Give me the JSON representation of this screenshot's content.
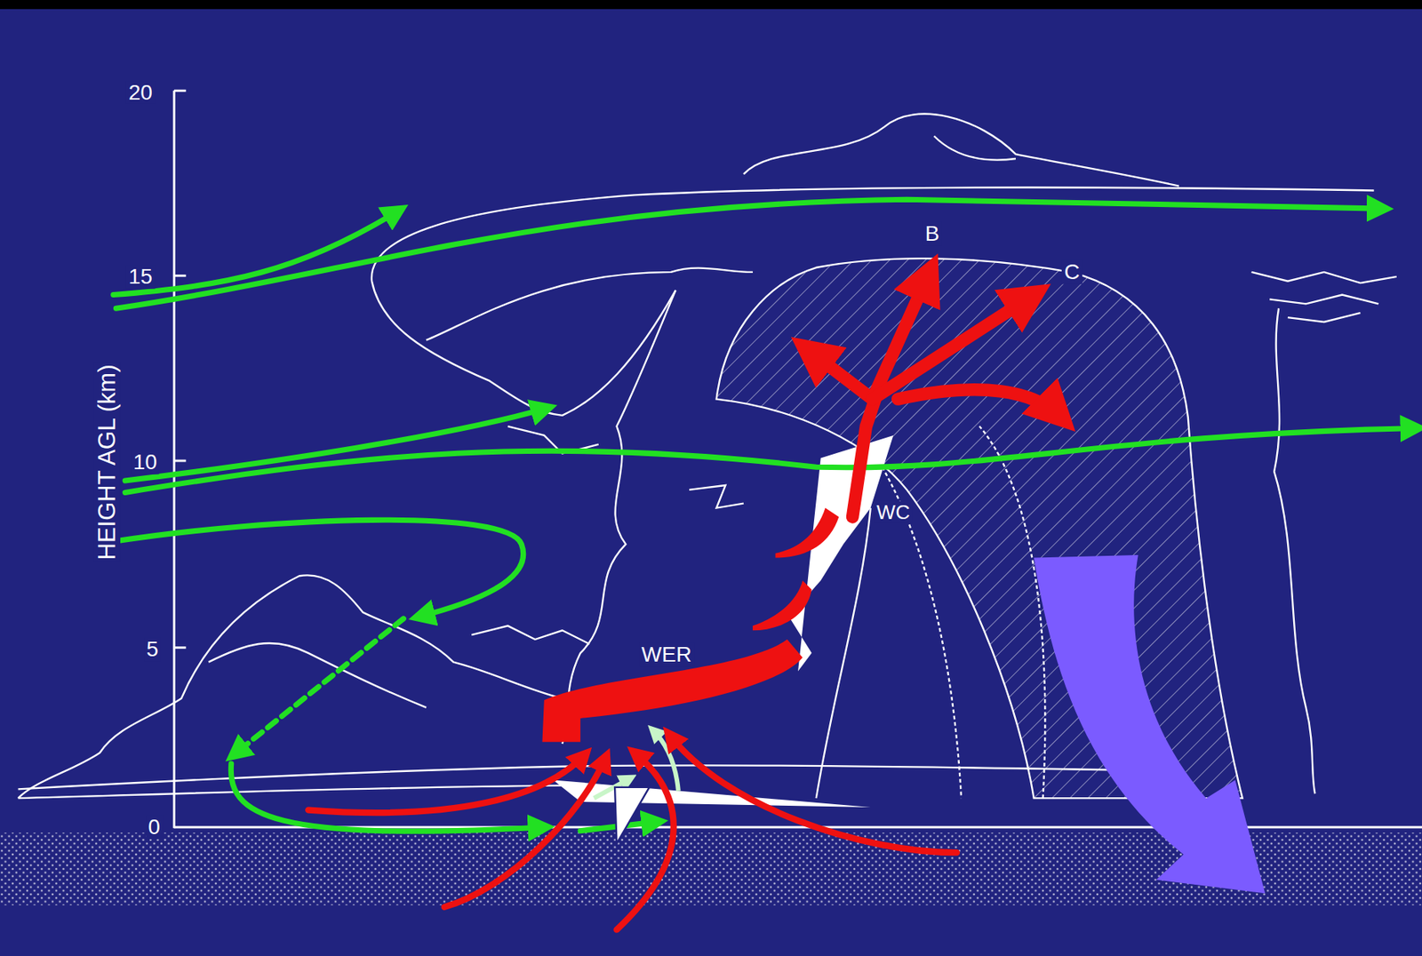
{
  "diagram": {
    "labels": [
      "20",
      "15",
      "10",
      "5",
      "0",
      "HEIGHT AGL (km)",
      "B",
      "C",
      "WC",
      "WER"
    ]
  }
}
